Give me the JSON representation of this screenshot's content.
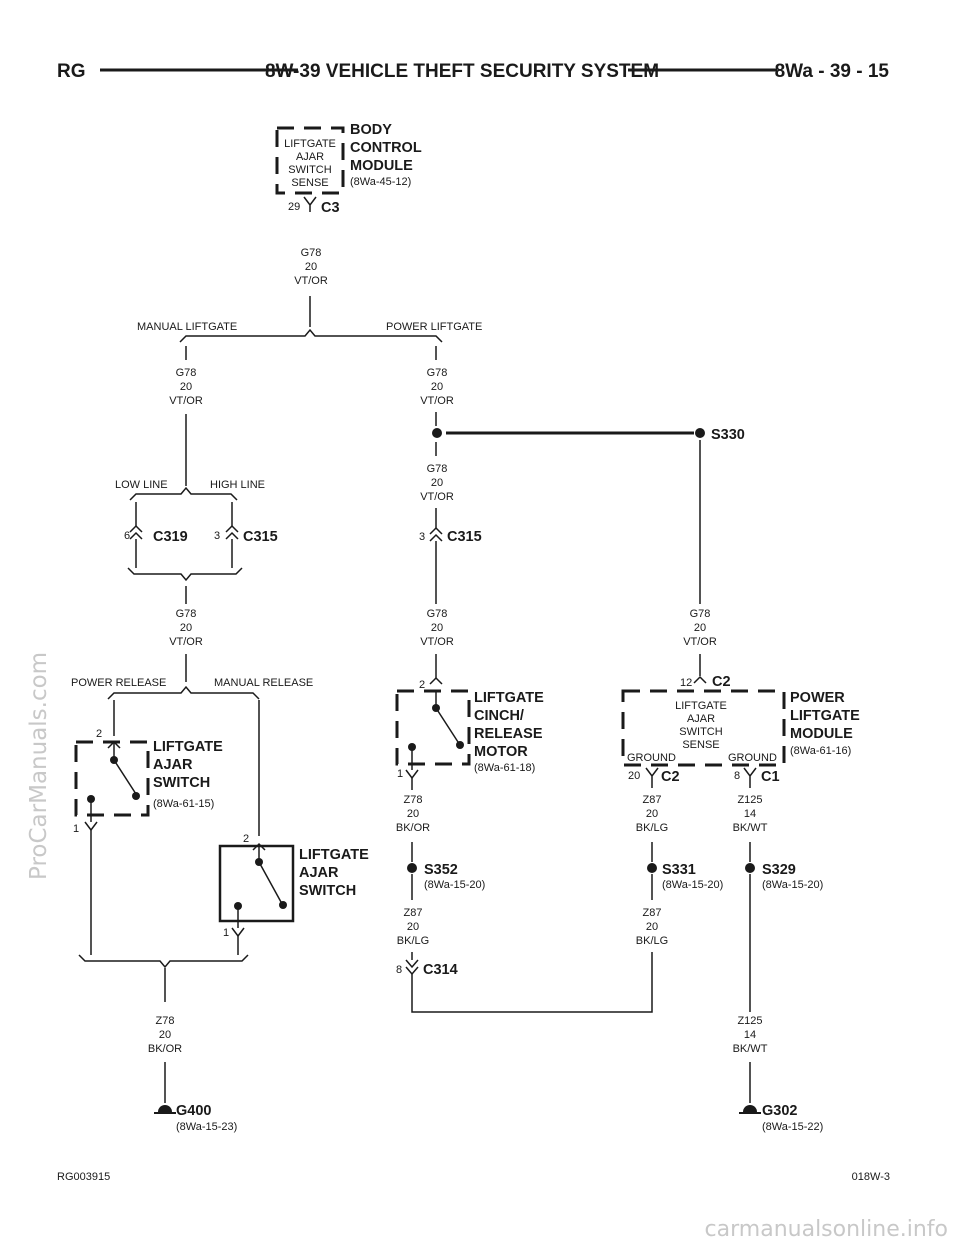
{
  "header": {
    "left": "RG",
    "title": "8W-39 VEHICLE THEFT SECURITY SYSTEM",
    "page": "8Wa - 39 - 15"
  },
  "footer": {
    "left": "RG003915",
    "right": "018W-3"
  },
  "watermarks": {
    "side": "ProCarManuals.com",
    "bottom": "carmanualsonline.info"
  },
  "modules": {
    "bcm": {
      "title": [
        "BODY",
        "CONTROL",
        "MODULE"
      ],
      "ref": "(8Wa-45-12)",
      "inner": [
        "LIFTGATE",
        "AJAR",
        "SWITCH",
        "SENSE"
      ],
      "pin": "29",
      "connector": "C3"
    },
    "liftgate_switch_1": {
      "title": [
        "LIFTGATE",
        "AJAR",
        "SWITCH"
      ],
      "ref": "(8Wa-61-15)",
      "pin_top": "2",
      "pin_bottom": "1"
    },
    "liftgate_switch_2": {
      "title": [
        "LIFTGATE",
        "AJAR",
        "SWITCH"
      ],
      "pin_top": "2",
      "pin_bottom": "1"
    },
    "cinch_motor": {
      "title": [
        "LIFTGATE",
        "CINCH/",
        "RELEASE",
        "MOTOR"
      ],
      "ref": "(8Wa-61-18)",
      "pin_top": "2",
      "pin_bottom": "1"
    },
    "plm": {
      "title": [
        "POWER",
        "LIFTGATE",
        "MODULE"
      ],
      "ref": "(8Wa-61-16)",
      "inner": [
        "LIFTGATE",
        "AJAR",
        "SWITCH",
        "SENSE"
      ],
      "ground_left": "GROUND",
      "ground_right": "GROUND",
      "pin_top": "12",
      "conn_top": "C2",
      "pin_bl": "20",
      "conn_bl": "C2",
      "pin_br": "8",
      "conn_br": "C1"
    }
  },
  "wires": {
    "g78": [
      "G78",
      "20",
      "VT/OR"
    ],
    "z78": [
      "Z78",
      "20",
      "BK/OR"
    ],
    "z87": [
      "Z87",
      "20",
      "BK/LG"
    ],
    "z125": [
      "Z125",
      "14",
      "BK/WT"
    ]
  },
  "branches": {
    "manual_liftgate": "MANUAL LIFTGATE",
    "power_liftgate": "POWER LIFTGATE",
    "low_line": "LOW LINE",
    "high_line": "HIGH LINE",
    "power_release": "POWER RELEASE",
    "manual_release": "MANUAL RELEASE"
  },
  "connectors": {
    "c319": {
      "name": "C319",
      "pin": "6"
    },
    "c315a": {
      "name": "C315",
      "pin": "3"
    },
    "c315b": {
      "name": "C315",
      "pin": "3"
    },
    "c314": {
      "name": "C314",
      "pin": "8"
    }
  },
  "splices": {
    "s330": {
      "name": "S330"
    },
    "s352": {
      "name": "S352",
      "ref": "(8Wa-15-20)"
    },
    "s331": {
      "name": "S331",
      "ref": "(8Wa-15-20)"
    },
    "s329": {
      "name": "S329",
      "ref": "(8Wa-15-20)"
    }
  },
  "grounds": {
    "g400": {
      "name": "G400",
      "ref": "(8Wa-15-23)"
    },
    "g302": {
      "name": "G302",
      "ref": "(8Wa-15-22)"
    }
  }
}
